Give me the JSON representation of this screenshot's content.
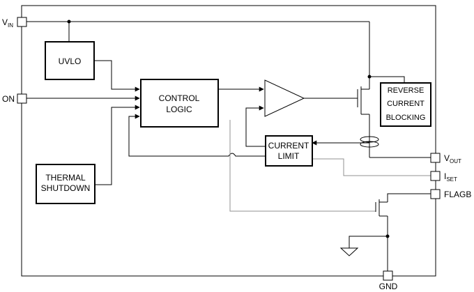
{
  "blocks": {
    "uvlo": "UVLO",
    "control": [
      "CONTROL",
      "LOGIC"
    ],
    "thermal": [
      "THERMAL",
      "SHUTDOWN"
    ],
    "current_limit": [
      "CURRENT",
      "LIMIT"
    ],
    "reverse": [
      "REVERSE",
      "CURRENT",
      "BLOCKING"
    ]
  },
  "pins": {
    "vin": {
      "main": "V",
      "sub": "IN"
    },
    "on": "ON",
    "vout": {
      "main": "V",
      "sub": "OUT"
    },
    "iset": {
      "main": "I",
      "sub": "SET"
    },
    "flagb": "FLAGB",
    "gnd": "GND"
  }
}
